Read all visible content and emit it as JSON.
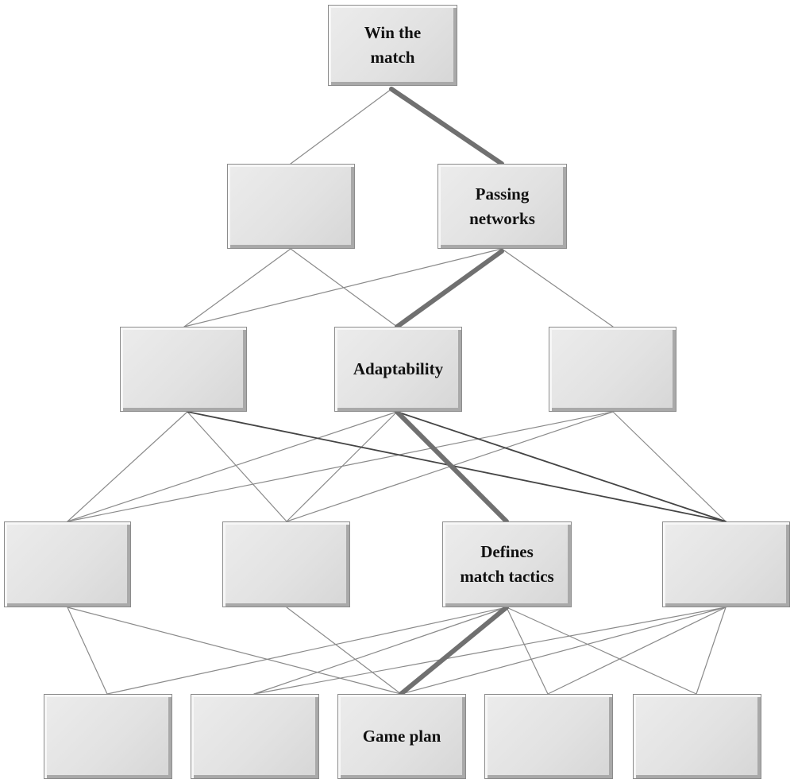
{
  "nodes": {
    "goal": "Win the\nmatch",
    "passing": "Passing\nnetworks",
    "adaptability": "Adaptability",
    "tactics": "Defines\nmatch tactics",
    "game_plan": "Game plan"
  },
  "colors": {
    "thin_link": "#8a8a8a",
    "dark_link": "#444444",
    "highlight_path": "#707070"
  }
}
